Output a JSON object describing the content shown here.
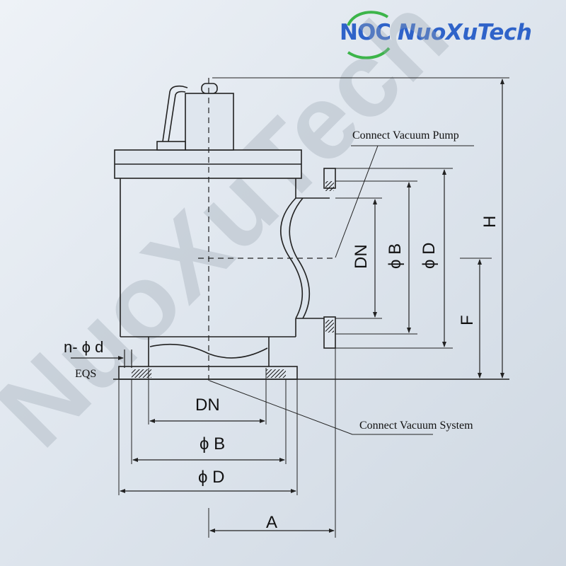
{
  "brand": {
    "mark": "NOC",
    "name": "NuoXuTech",
    "watermark": "NuoXuTech",
    "colors": {
      "brand_blue": "#2f63c9",
      "brand_green": "#3cb54a"
    }
  },
  "labels": {
    "connect_pump": "Connect Vacuum Pump",
    "connect_system": "Connect Vacuum System",
    "n_phi_d": "n- ϕ d",
    "eqs": "EQS",
    "bottom_dn": "DN",
    "bottom_phi_b": "ϕ B",
    "bottom_phi_d": "ϕ D",
    "a": "A",
    "side_dn": "DN",
    "side_phi_b": "ϕ B",
    "side_phi_d": "ϕ D",
    "f": "F",
    "h": "H"
  }
}
